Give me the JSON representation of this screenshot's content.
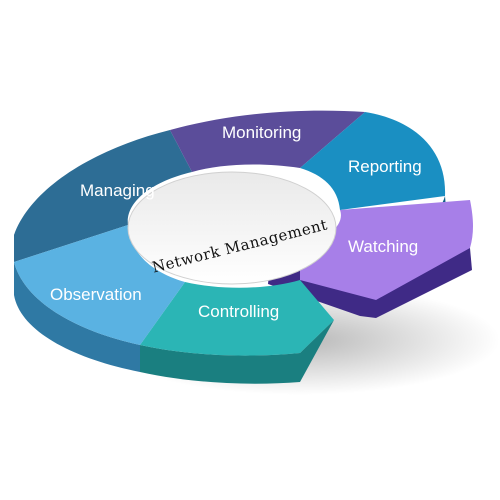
{
  "diagram": {
    "center_title": "Network Management",
    "segments": [
      {
        "label": "Monitoring",
        "color": "#5b4d9a",
        "side": "#3a3070"
      },
      {
        "label": "Reporting",
        "color": "#1a8fc2",
        "side": "#0f5f86"
      },
      {
        "label": "Watching",
        "color": "#a77fe8",
        "side": "#6b47b8"
      },
      {
        "label": "Controlling",
        "color": "#2bb5b5",
        "side": "#1a7f80"
      },
      {
        "label": "Observation",
        "color": "#5ab2e2",
        "side": "#2f79a4"
      },
      {
        "label": "Managing",
        "color": "#2d6d95",
        "side": "#1d4a66"
      }
    ]
  }
}
